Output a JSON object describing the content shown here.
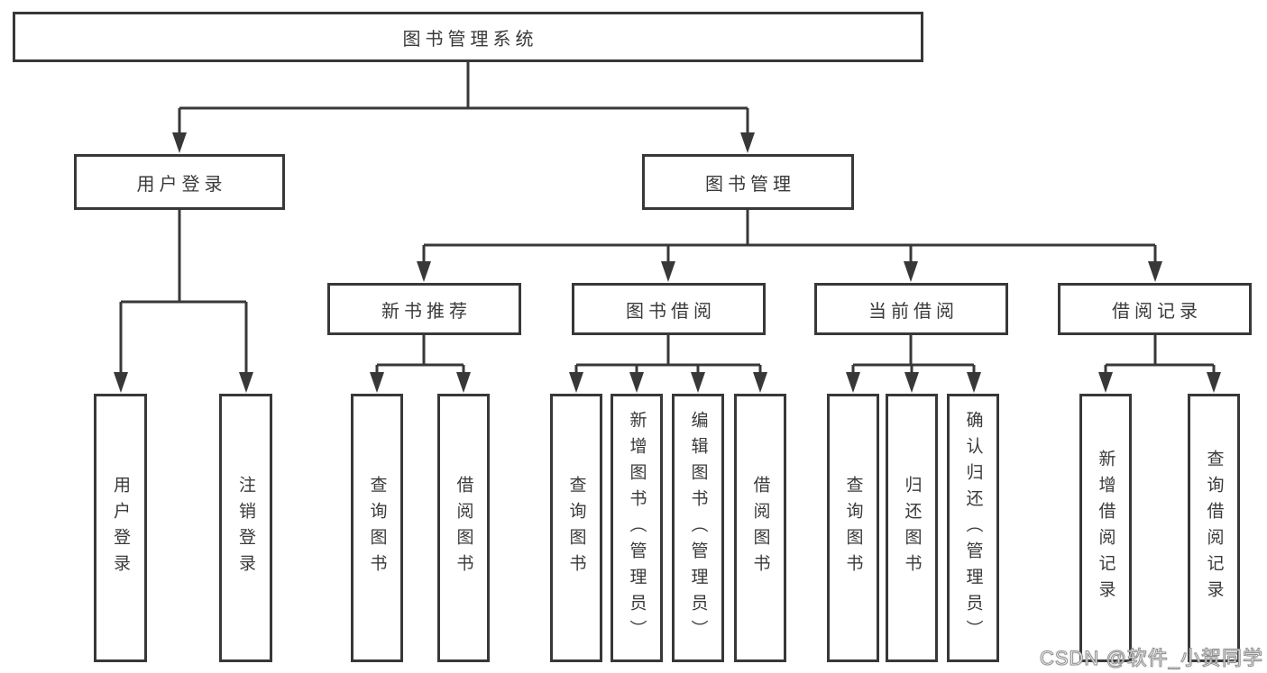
{
  "diagram": {
    "tree": {
      "root": {
        "label": "图书管理系统"
      },
      "branches": [
        {
          "label": "用户登录",
          "children": [
            {
              "label": "用户登录"
            },
            {
              "label": "注销登录"
            }
          ]
        },
        {
          "label": "图书管理",
          "children": [
            {
              "label": "新书推荐",
              "children": [
                {
                  "label": "查询图书"
                },
                {
                  "label": "借阅图书"
                }
              ]
            },
            {
              "label": "图书借阅",
              "children": [
                {
                  "label": "查询图书"
                },
                {
                  "label": "新增图书（管理员）"
                },
                {
                  "label": "编辑图书（管理员）"
                },
                {
                  "label": "借阅图书"
                }
              ]
            },
            {
              "label": "当前借阅",
              "children": [
                {
                  "label": "查询图书"
                },
                {
                  "label": "归还图书"
                },
                {
                  "label": "确认归还（管理员）"
                }
              ]
            },
            {
              "label": "借阅记录",
              "children": [
                {
                  "label": "新增借阅记录"
                },
                {
                  "label": "查询借阅记录"
                }
              ]
            }
          ]
        }
      ]
    },
    "colors": {
      "line": "#383838",
      "text": "#3a3a3a",
      "box_background": "#ffffff",
      "page_background": "#ffffff"
    }
  },
  "watermark": {
    "text": "CSDN @软件_小贺同学"
  }
}
